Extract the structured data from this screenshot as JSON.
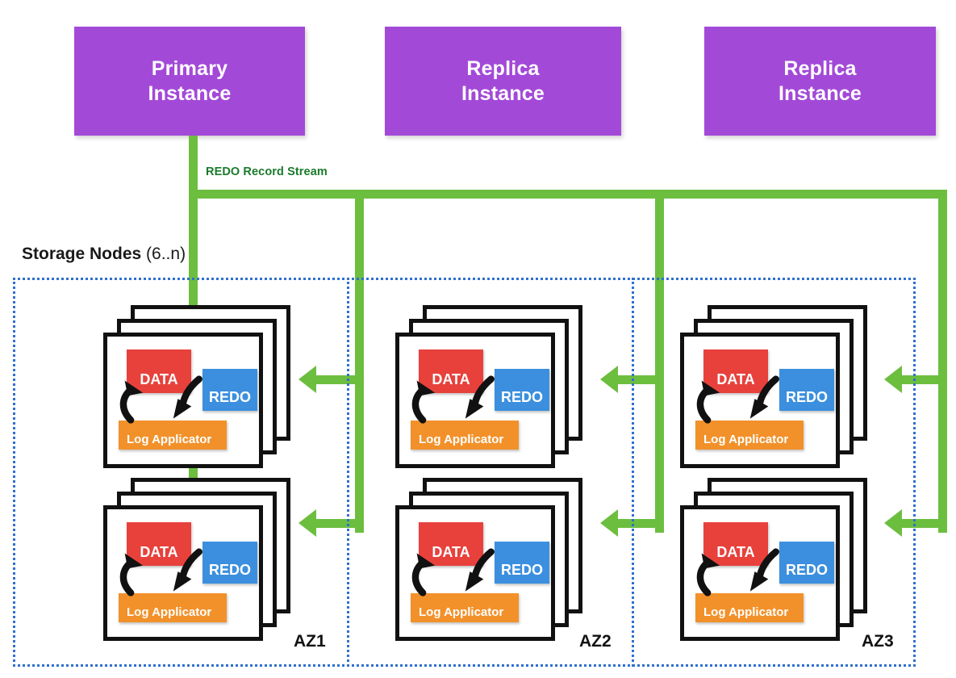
{
  "diagram": {
    "title_heading": {
      "bold_text": "Storage Nodes",
      "range_text": "(6..n)"
    },
    "stream_label": "REDO Record Stream",
    "colors": {
      "instance_purple": "#a349d8",
      "stream_green": "#6cbe3f",
      "stream_label_green": "#1b7a2c",
      "az_border_blue": "#2f6fd0",
      "data_red": "#e8413c",
      "redo_blue": "#3b8fde",
      "log_applicator_orange": "#f2912a",
      "card_border_black": "#111111",
      "background": "#ffffff"
    }
  },
  "instances": [
    {
      "name": "primary-instance",
      "label": "Primary\nInstance"
    },
    {
      "name": "replica-instance-1",
      "label": "Replica\nInstance"
    },
    {
      "name": "replica-instance-2",
      "label": "Replica\nInstance"
    }
  ],
  "availability_zones": [
    {
      "label": "AZ1"
    },
    {
      "label": "AZ2"
    },
    {
      "label": "AZ3"
    }
  ],
  "node_chips": {
    "data": "DATA",
    "redo": "REDO",
    "log_applicator": "Log Applicator"
  },
  "storage_nodes": [
    {
      "az": "AZ1",
      "row": "top",
      "chips": {
        "data": "DATA",
        "redo": "REDO",
        "log_applicator": "Log Applicator"
      }
    },
    {
      "az": "AZ2",
      "row": "top",
      "chips": {
        "data": "DATA",
        "redo": "REDO",
        "log_applicator": "Log Applicator"
      }
    },
    {
      "az": "AZ3",
      "row": "top",
      "chips": {
        "data": "DATA",
        "redo": "REDO",
        "log_applicator": "Log Applicator"
      }
    },
    {
      "az": "AZ1",
      "row": "bottom",
      "chips": {
        "data": "DATA",
        "redo": "REDO",
        "log_applicator": "Log Applicator"
      }
    },
    {
      "az": "AZ2",
      "row": "bottom",
      "chips": {
        "data": "DATA",
        "redo": "REDO",
        "log_applicator": "Log Applicator"
      }
    },
    {
      "az": "AZ3",
      "row": "bottom",
      "chips": {
        "data": "DATA",
        "redo": "REDO",
        "log_applicator": "Log Applicator"
      }
    }
  ]
}
